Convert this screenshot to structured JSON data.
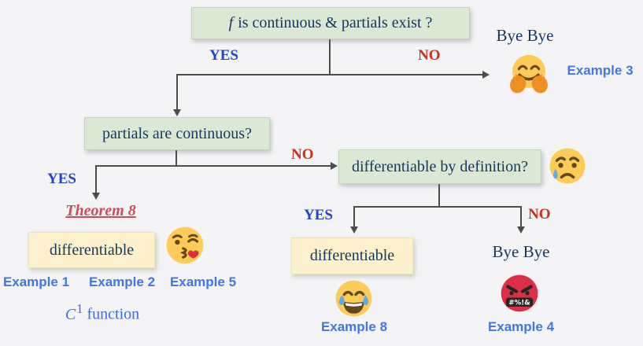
{
  "colors": {
    "background": "#f4f4f6",
    "question_box_bg": "#dbe9d4",
    "answer_box_bg": "#fdf1cd",
    "box_text": "#17365d",
    "yes_blue": "#2442cc",
    "no_red": "#cc2f1b",
    "example_blue": "#4077e4",
    "theorem_red": "#d04a5c",
    "connector_gray": "#4d4d4d",
    "cursing_face_red": "#da2f47"
  },
  "nodes": {
    "q_top": {
      "var": "f",
      "text": "is continuous & partials exist ?"
    },
    "q_partials": {
      "text": "partials are continuous?"
    },
    "q_definition": {
      "text": "differentiable by definition?"
    },
    "box_diff_left": {
      "text": "differentiable"
    },
    "box_diff_right": {
      "text": "differentiable"
    }
  },
  "labels": {
    "yes1": "YES",
    "no1": "NO",
    "yes2": "YES",
    "no2": "NO",
    "yes3": "YES",
    "no3": "NO",
    "bye_top": "Bye Bye",
    "bye_bottom": "Bye Bye",
    "theorem": "Theorem 8",
    "c1_var": "C",
    "c1_sup": "1",
    "c1_text": " function"
  },
  "examples": {
    "e1": "Example 1",
    "e2": "Example 2",
    "e5": "Example 5",
    "e3": "Example 3",
    "e8": "Example 8",
    "e4": "Example 4"
  },
  "emojis": {
    "top_right": "hugging-face",
    "theorem_branch": "face-blowing-kiss",
    "definition_node": "sad-but-relieved-face",
    "definition_yes": "face-with-tears-of-joy",
    "definition_no": "cursing-face",
    "grawlix": "#%!&"
  }
}
